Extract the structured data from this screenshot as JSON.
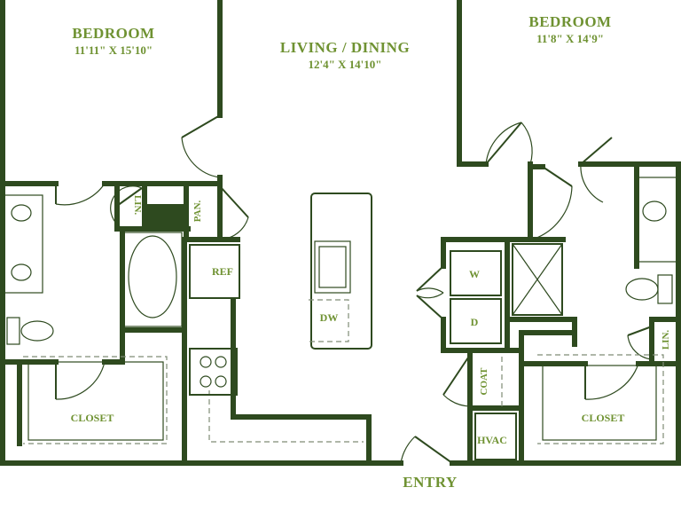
{
  "rooms": {
    "bedroom_left": {
      "name": "BEDROOM",
      "dims": "11'11\" X 15'10\""
    },
    "living": {
      "name": "LIVING / DINING",
      "dims": "12'4\" X 14'10\""
    },
    "bedroom_right": {
      "name": "BEDROOM",
      "dims": "11'8\" X 14'9\""
    },
    "closet_left": {
      "name": "CLOSET"
    },
    "closet_right": {
      "name": "CLOSET"
    }
  },
  "fixtures": {
    "lin_left": "LIN.",
    "pan": "PAN.",
    "ref": "REF",
    "dw": "DW",
    "washer": "W",
    "dryer": "D",
    "coat": "COAT",
    "hvac": "HVAC",
    "lin_right": "LIN."
  },
  "entry": "ENTRY",
  "colors": {
    "wall": "#2e4a1f",
    "label": "#6f9232",
    "dashed": "#7f8c76"
  }
}
